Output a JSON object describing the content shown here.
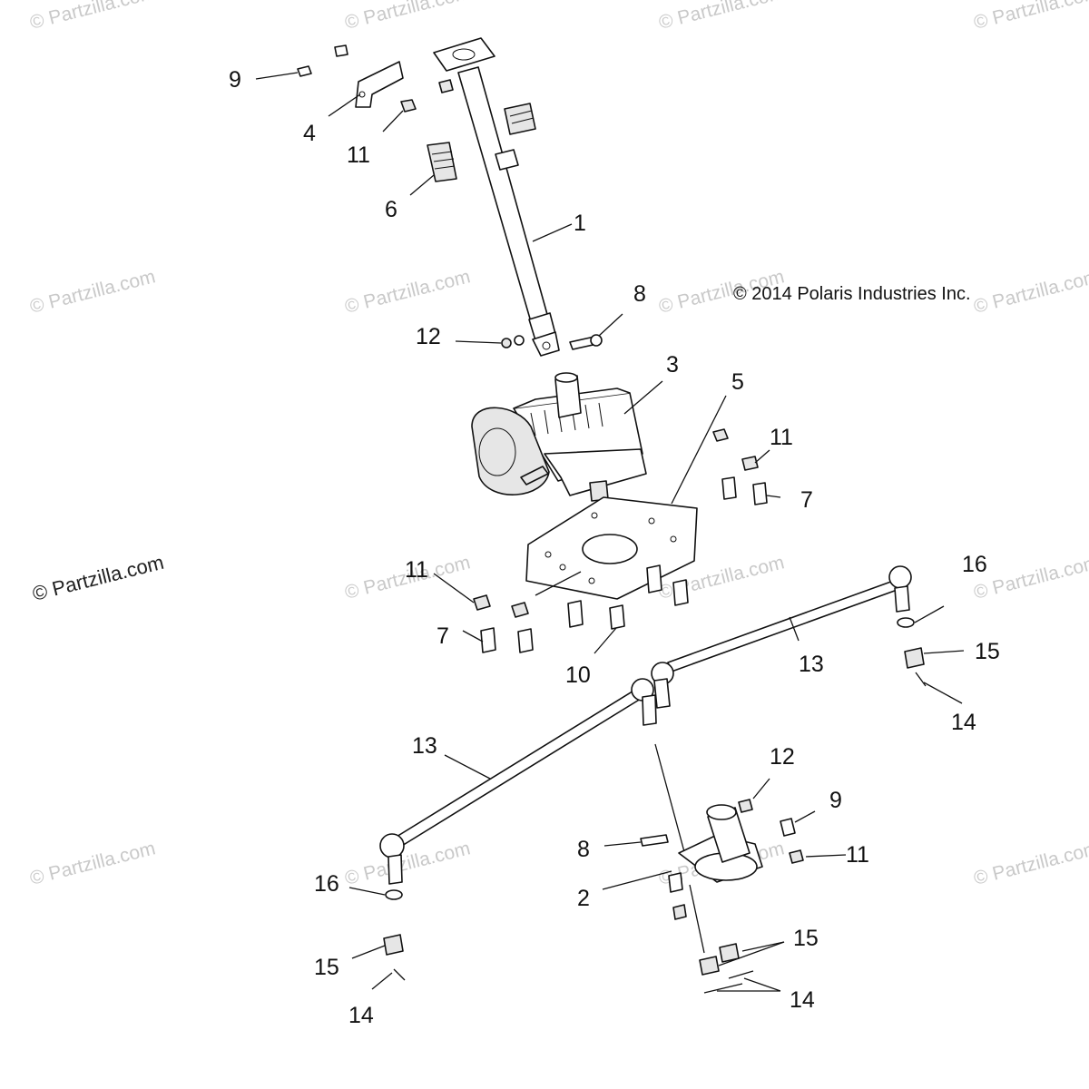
{
  "copyright": "© 2014 Polaris Industries Inc.",
  "watermark": "© Partzilla.com",
  "callouts": {
    "c1": "1",
    "c2": "2",
    "c3": "3",
    "c4": "4",
    "c5": "5",
    "c6": "6",
    "c7a": "7",
    "c7b": "7",
    "c8a": "8",
    "c8b": "8",
    "c9a": "9",
    "c9b": "9",
    "c10": "10",
    "c11a": "11",
    "c11b": "11",
    "c11c": "11",
    "c11d": "11",
    "c12a": "12",
    "c12b": "12",
    "c13a": "13",
    "c13b": "13",
    "c14a": "14",
    "c14b": "14",
    "c14c": "14",
    "c15a": "15",
    "c15b": "15",
    "c15c": "15",
    "c16a": "16",
    "c16b": "16"
  }
}
